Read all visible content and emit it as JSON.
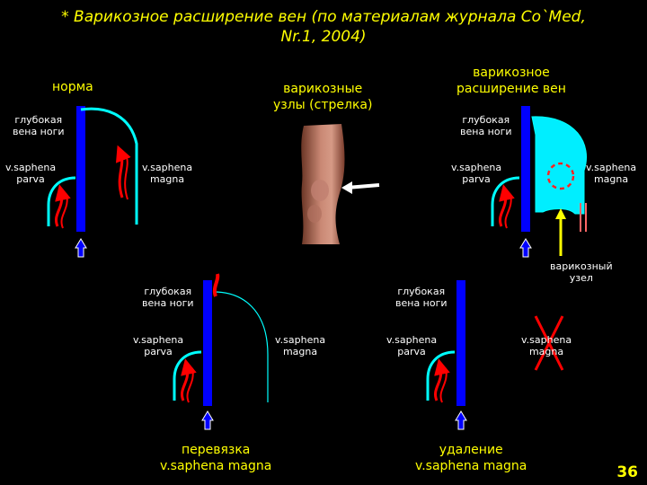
{
  "title": {
    "line1": "* Варикозное расширение вен (по материалам журнала Co`Med,",
    "line2": "Nr.1, 2004)"
  },
  "panels": {
    "normal": {
      "heading": "норма",
      "deep_vein": [
        "глубокая",
        "вена ноги"
      ],
      "parva": [
        "v.saphena",
        "parva"
      ],
      "magna": [
        "v.saphena",
        "magna"
      ]
    },
    "photo": {
      "heading": [
        "варикозные",
        "узлы (стрелка)"
      ]
    },
    "varicose": {
      "heading": [
        "варикозное",
        "расширение вен"
      ],
      "deep_vein": [
        "глубокая",
        "вена ноги"
      ],
      "parva": [
        "v.saphena",
        "parva"
      ],
      "magna": [
        "v.saphena",
        "magna"
      ],
      "node": [
        "варикозный",
        "узел"
      ]
    },
    "ligation": {
      "deep_vein": [
        "глубокая",
        "вена ноги"
      ],
      "parva": [
        "v.saphena",
        "parva"
      ],
      "magna": [
        "v.saphena",
        "magna"
      ],
      "caption": [
        "перевязка",
        "v.saphena magna"
      ]
    },
    "removal": {
      "deep_vein": [
        "глубокая",
        "вена ноги"
      ],
      "parva": [
        "v.saphena",
        "parva"
      ],
      "magna": [
        "v.saphena",
        "magna"
      ],
      "caption": [
        "удаление",
        "v.saphena magna"
      ]
    }
  },
  "page_number": "36",
  "colors": {
    "title": "#ffff00",
    "deep_vein": "#0000ff",
    "saphena": "#00ffff",
    "flow": "#ff0000",
    "arrow_up": "#0000ff",
    "pointer": "#ffff00"
  }
}
